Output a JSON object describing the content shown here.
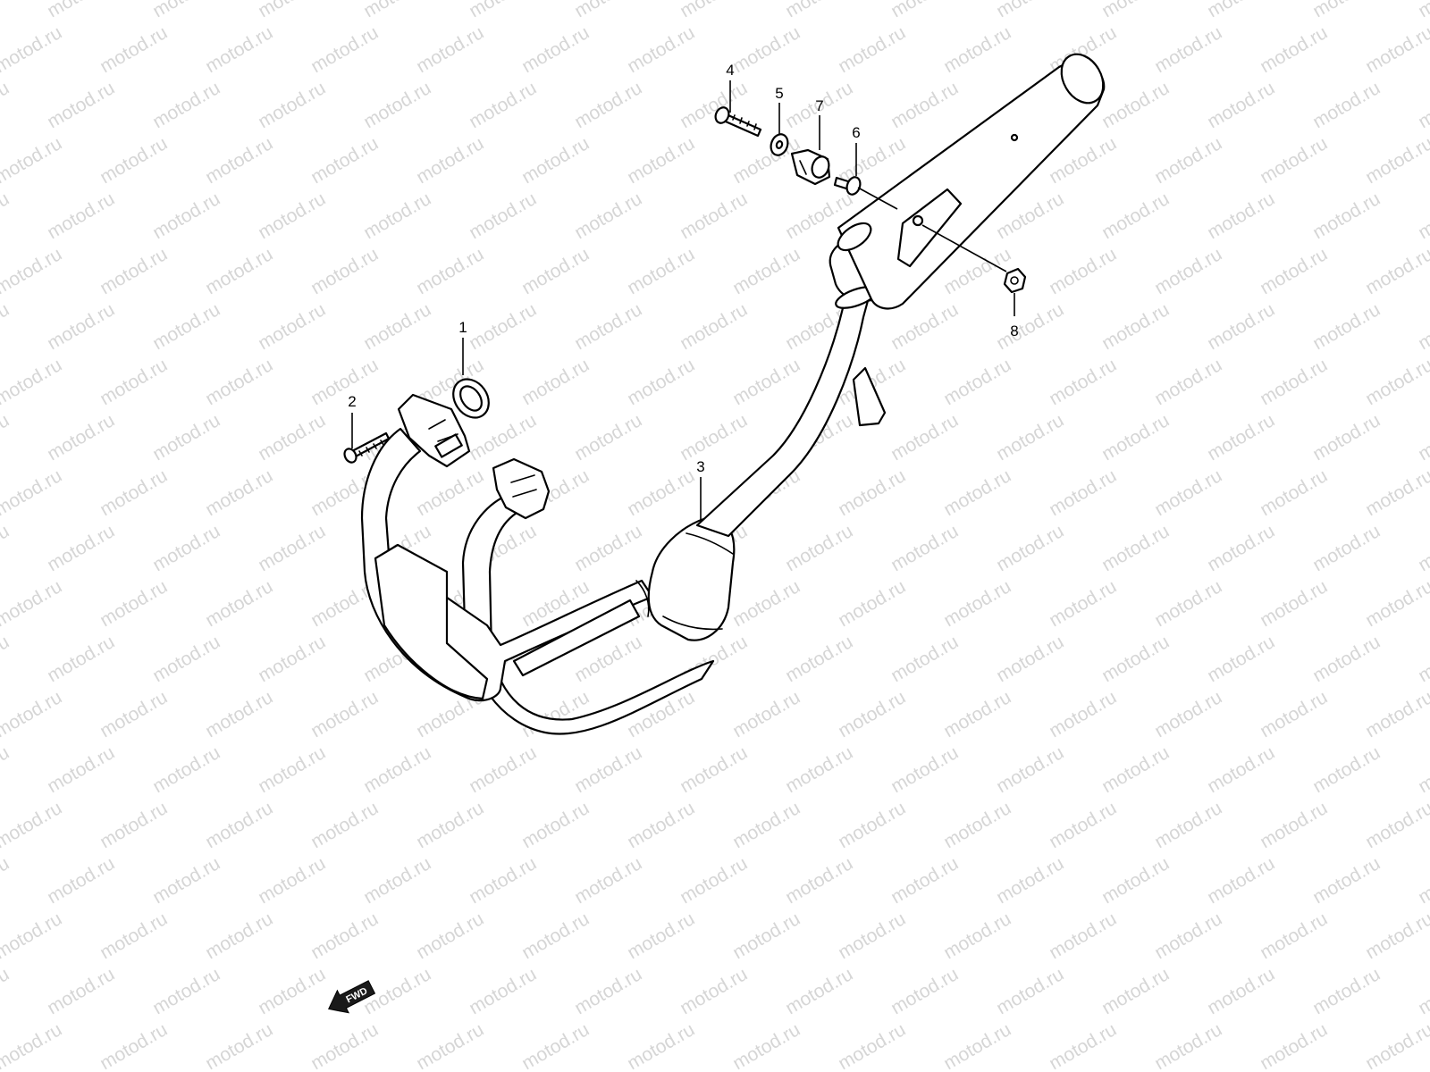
{
  "watermark": "motod.ru",
  "fwd_label": "FWD",
  "callouts": [
    {
      "number": "1",
      "part": "gasket"
    },
    {
      "number": "2",
      "part": "bolt"
    },
    {
      "number": "3",
      "part": "muffler-assembly"
    },
    {
      "number": "4",
      "part": "bolt"
    },
    {
      "number": "5",
      "part": "washer"
    },
    {
      "number": "6",
      "part": "bolt"
    },
    {
      "number": "7",
      "part": "cushion"
    },
    {
      "number": "8",
      "part": "nut"
    }
  ],
  "colors": {
    "line": "#000000",
    "watermark": "#d6d6d6",
    "background": "#ffffff"
  }
}
